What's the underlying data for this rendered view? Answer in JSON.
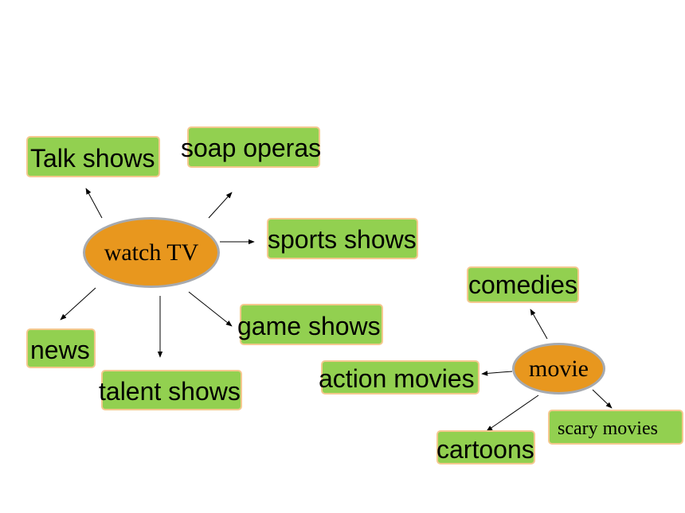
{
  "colors": {
    "box_fill": "#92d050",
    "box_border": "#f4c88e",
    "hub_fill": "#e8971e",
    "hub_border": "#a6aab0"
  },
  "hubs": {
    "watch_tv": "watch TV",
    "movie": "movie"
  },
  "tv_items": {
    "talk_shows": "Talk shows",
    "soap_operas": "soap operas",
    "sports_shows": "sports shows",
    "game_shows": "game shows",
    "news": "news",
    "talent_shows": "talent shows"
  },
  "movie_items": {
    "comedies": "comedies",
    "action_movies": "action movies",
    "scary_movies": "scary movies",
    "cartoons": "cartoons"
  }
}
